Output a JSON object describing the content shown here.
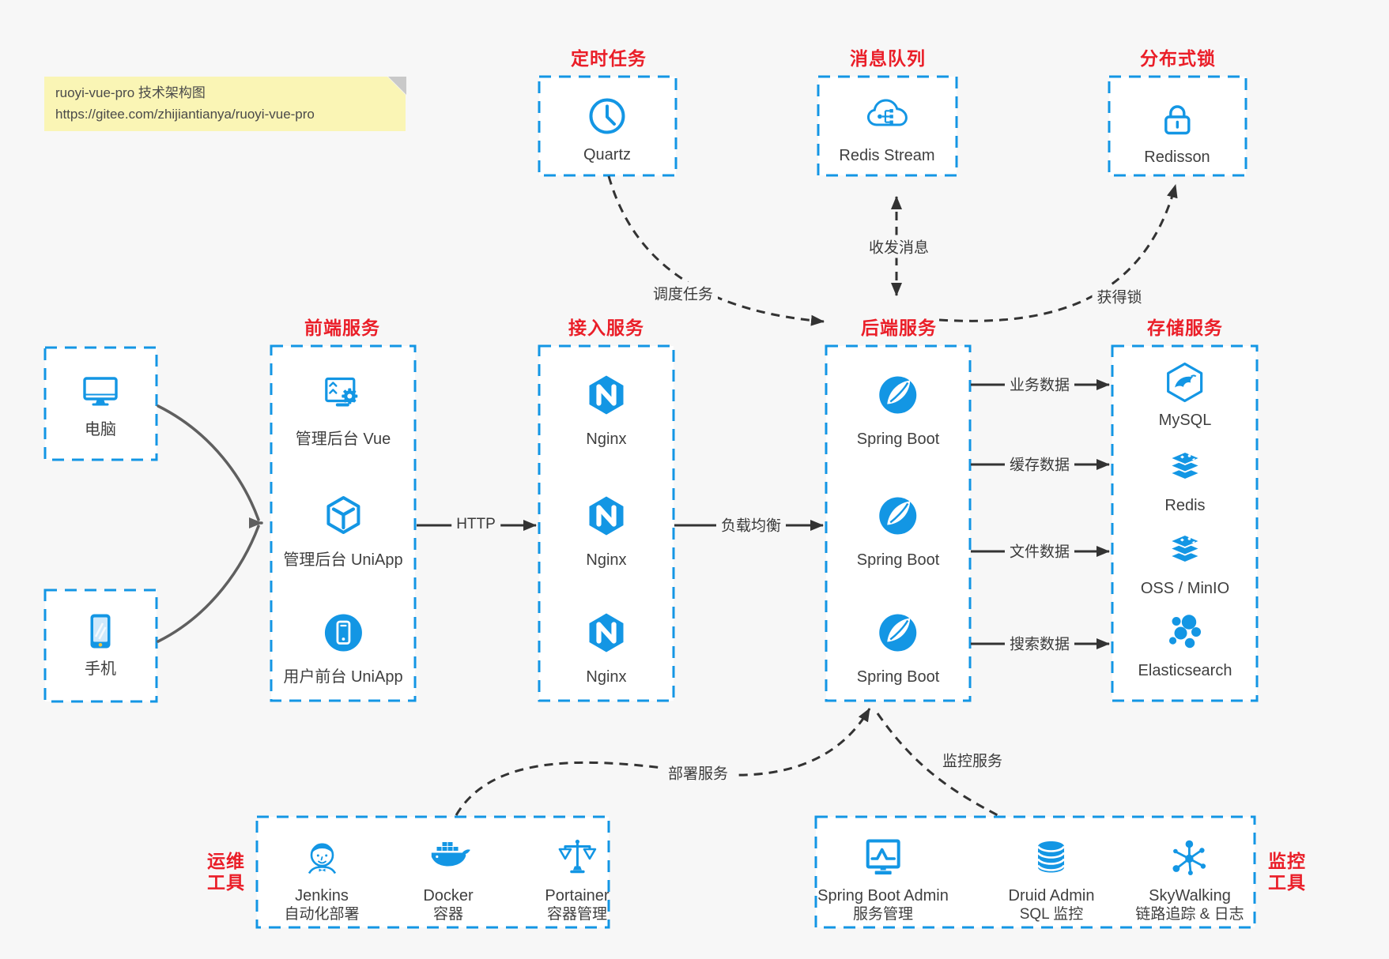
{
  "note": {
    "line1": "ruoyi-vue-pro 技术架构图",
    "line2": "https://gitee.com/zhijiantianya/ruoyi-vue-pro"
  },
  "groups": {
    "scheduler": {
      "title": "定时任务",
      "items": [
        {
          "label": "Quartz"
        }
      ]
    },
    "mq": {
      "title": "消息队列",
      "items": [
        {
          "label": "Redis Stream"
        }
      ]
    },
    "lock": {
      "title": "分布式锁",
      "items": [
        {
          "label": "Redisson"
        }
      ]
    },
    "clients": {
      "items": [
        {
          "label": "电脑"
        },
        {
          "label": "手机"
        }
      ]
    },
    "frontend": {
      "title": "前端服务",
      "items": [
        {
          "label": "管理后台 Vue"
        },
        {
          "label": "管理后台 UniApp"
        },
        {
          "label": "用户前台 UniApp"
        }
      ]
    },
    "gateway": {
      "title": "接入服务",
      "items": [
        {
          "label": "Nginx"
        },
        {
          "label": "Nginx"
        },
        {
          "label": "Nginx"
        }
      ]
    },
    "backend": {
      "title": "后端服务",
      "items": [
        {
          "label": "Spring Boot"
        },
        {
          "label": "Spring Boot"
        },
        {
          "label": "Spring Boot"
        }
      ]
    },
    "storage": {
      "title": "存储服务",
      "items": [
        {
          "label": "MySQL"
        },
        {
          "label": "Redis"
        },
        {
          "label": "OSS / MinIO"
        },
        {
          "label": "Elasticsearch"
        }
      ]
    },
    "ops": {
      "title": "运维工具",
      "items": [
        {
          "name": "Jenkins",
          "desc": "自动化部署"
        },
        {
          "name": "Docker",
          "desc": "容器"
        },
        {
          "name": "Portainer",
          "desc": "容器管理"
        }
      ]
    },
    "monitor": {
      "title": "监控工具",
      "items": [
        {
          "name": "Spring Boot Admin",
          "desc": "服务管理"
        },
        {
          "name": "Druid Admin",
          "desc": "SQL 监控"
        },
        {
          "name": "SkyWalking",
          "desc": "链路追踪 & 日志"
        }
      ]
    }
  },
  "connectors": {
    "http": "HTTP",
    "load_balance": "负载均衡",
    "schedule": "调度任务",
    "message": "收发消息",
    "lock": "获得锁",
    "business": "业务数据",
    "cache": "缓存数据",
    "file": "文件数据",
    "search": "搜索数据",
    "deploy": "部署服务",
    "monitor": "监控服务"
  },
  "colors": {
    "accent": "#1396e4",
    "heading": "#ea1e28",
    "line": "#333333",
    "background": "#f7f7f7",
    "note_background": "#faf5b5"
  }
}
